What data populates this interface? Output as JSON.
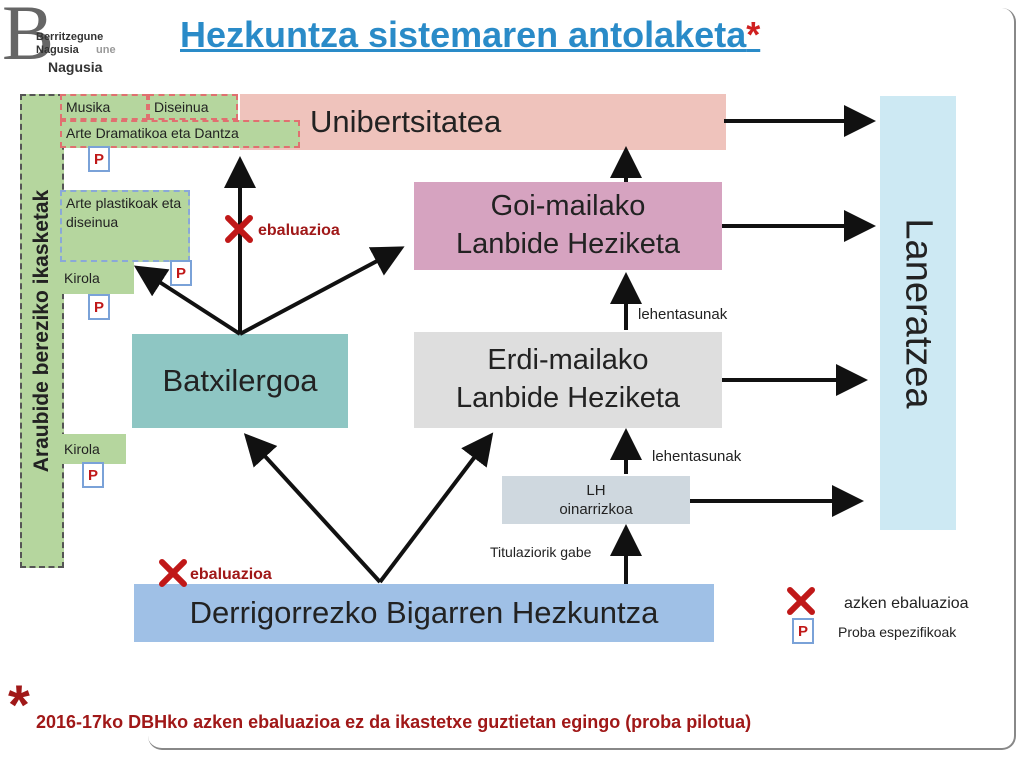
{
  "logo": {
    "line1": "Berritzegune",
    "line2": "Nagusia",
    "line3": "Nagusia",
    "ghost": "une"
  },
  "title": {
    "text": "Hezkuntza sistemaren antolaketa",
    "star": "*"
  },
  "boxes": {
    "unibertsitatea": "Unibertsitatea",
    "goi_line1": "Goi-mailako",
    "goi_line2": "Lanbide Heziketa",
    "erdi_line1": "Erdi-mailako",
    "erdi_line2": "Lanbide Heziketa",
    "lh_line1": "LH",
    "lh_line2": "oinarrizkoa",
    "batxilergoa": "Batxilergoa",
    "dbh": "Derrigorrezko Bigarren Hezkuntza",
    "laneratzea": "Laneratzea"
  },
  "araubide": {
    "label": "Araubide  bereziko ikasketak",
    "musika": "Musika",
    "diseinua": "Diseinua",
    "arte_dramatikoa": "Arte Dramatikoa eta Dantza",
    "arte_plastikoak": "Arte plastikoak eta diseinua",
    "kirola_upper": "Kirola",
    "kirola_lower": "Kirola",
    "p": "P"
  },
  "labels": {
    "ebaluazioa_upper": "ebaluazioa",
    "ebaluazioa_lower": "ebaluazioa",
    "lehentasunak_upper": "lehentasunak",
    "lehentasunak_lower": "lehentasunak",
    "titulaziorik_gabe": "Titulaziorik gabe"
  },
  "legend": {
    "azken_ebaluazioa": "azken ebaluazioa",
    "proba_espezifikoak": "Proba espezifikoak",
    "p": "P"
  },
  "footnote": {
    "star": "*",
    "text": "2016-17ko DBHko azken ebaluazioa ez da ikastetxe guztietan egingo (proba pilotua)"
  },
  "colors": {
    "title": "#2a8bc8",
    "accent_red": "#a01818",
    "cross": "#c01818"
  }
}
